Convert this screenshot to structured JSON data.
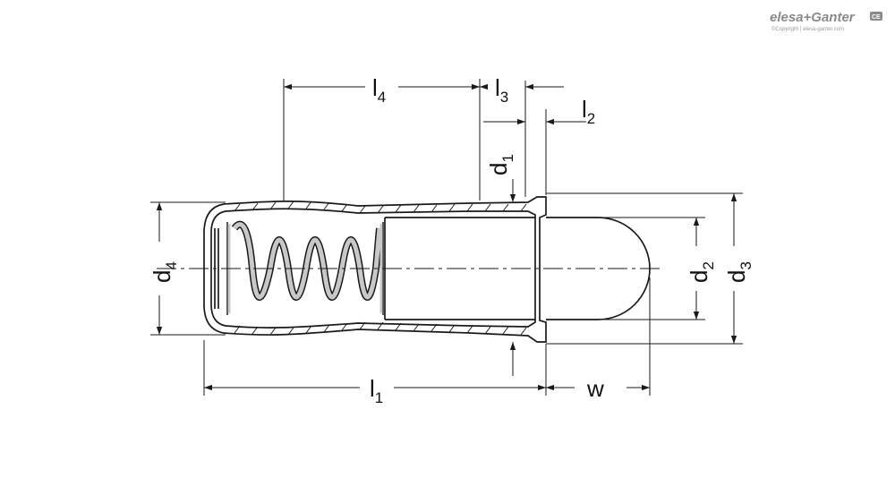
{
  "brand": {
    "name": "elesa+Ganter",
    "copyright": "©Copyright | elesa-ganter.com",
    "mark": "CE"
  },
  "dimensions": {
    "l1": {
      "main": "l",
      "sub": "1"
    },
    "l2": {
      "main": "l",
      "sub": "2"
    },
    "l3": {
      "main": "l",
      "sub": "3"
    },
    "l4": {
      "main": "l",
      "sub": "4"
    },
    "d1": {
      "main": "d",
      "sub": "1"
    },
    "d2": {
      "main": "d",
      "sub": "2"
    },
    "d3": {
      "main": "d",
      "sub": "3"
    },
    "d4": {
      "main": "d",
      "sub": "4"
    },
    "w": {
      "main": "w"
    }
  },
  "colors": {
    "line": "#1a1a1a",
    "spring": "#c8c8c8",
    "logo": "#8a8a8a"
  }
}
